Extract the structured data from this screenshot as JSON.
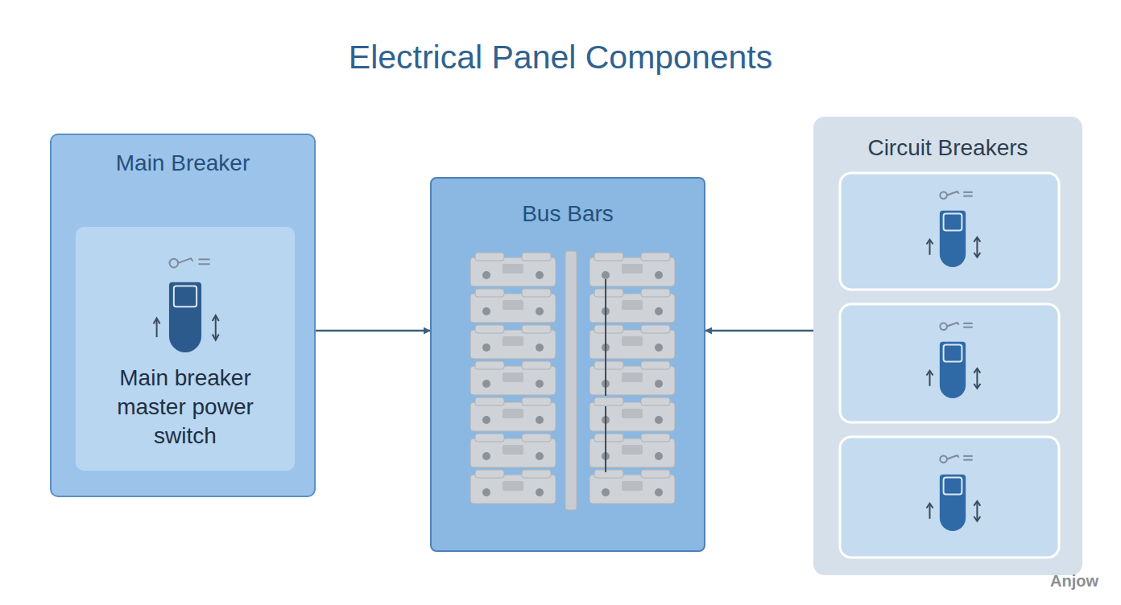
{
  "diagram": {
    "title": "Electrical Panel Components",
    "nodes": [
      {
        "text": [
          "Main Breaker"
        ]
      },
      {
        "text": [
          "Main breaker master power switch"
        ],
        "in": 0
      },
      {
        "text": [
          "Bus Bars"
        ]
      },
      {
        "text": [
          "Circuit Breakers"
        ]
      }
    ],
    "edges": [
      {
        "from": 0,
        "to": 2,
        "arrow": "to"
      },
      {
        "from": 3,
        "to": 2,
        "arrow": "to"
      }
    ],
    "labels": [
      "Anjow"
    ]
  }
}
